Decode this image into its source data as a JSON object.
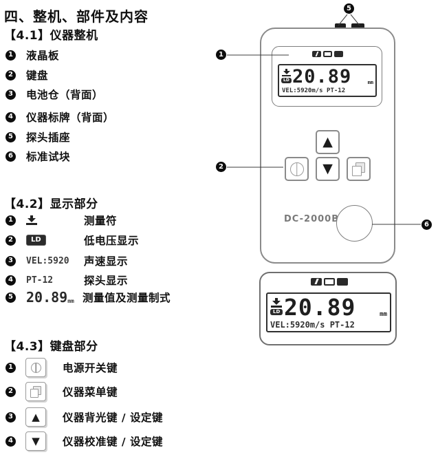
{
  "page": {
    "title": "四、整机、部件及内容"
  },
  "sections": [
    {
      "heading": "【4.1】仪器整机",
      "items": [
        {
          "num": "1",
          "label": "液晶板"
        },
        {
          "num": "2",
          "label": "键盘"
        },
        {
          "num": "3",
          "label": "电池仓（背面）"
        },
        {
          "num": "4",
          "label": "仪器标牌（背面）"
        },
        {
          "num": "5",
          "label": "探头插座"
        },
        {
          "num": "6",
          "label": "标准试块"
        }
      ]
    },
    {
      "heading": "【4.2】显示部分",
      "items": [
        {
          "num": "1",
          "icon": "measure-symbol-icon",
          "label": "测量符"
        },
        {
          "num": "2",
          "icon": "low-voltage-badge",
          "icon_text": "LD",
          "label": "低电压显示"
        },
        {
          "num": "3",
          "icon": "lcd-text",
          "icon_text": "VEL:5920",
          "label": "声速显示"
        },
        {
          "num": "4",
          "icon": "lcd-text",
          "icon_text": "PT-12",
          "label": "探头显示"
        },
        {
          "num": "5",
          "icon": "lcd-text-large",
          "icon_text": "20.89",
          "icon_unit": "mm",
          "label": "测量值及测量制式"
        }
      ]
    },
    {
      "heading": "【4.3】键盘部分",
      "items": [
        {
          "num": "1",
          "key": "power-key-icon",
          "label": "电源开关键"
        },
        {
          "num": "2",
          "key": "menu-key-icon",
          "label": "仪器菜单键"
        },
        {
          "num": "3",
          "key": "up-key-icon",
          "glyph": "▲",
          "label": "仪器背光键 / 设定键"
        },
        {
          "num": "4",
          "key": "down-key-icon",
          "glyph": "▼",
          "label": "仪器校准键 / 设定键"
        }
      ]
    }
  ],
  "device": {
    "model": "DC-2000B",
    "logo_name": "dgb-logo",
    "callouts": {
      "lcd": "1",
      "keypad": "2",
      "probe_socket": "5",
      "test_block": "6"
    },
    "keypad": {
      "up_glyph": "▲",
      "down_glyph": "▼"
    },
    "display": {
      "measure_icon": "coupling-measure-symbol",
      "low_battery": "LD",
      "value": "20.89",
      "unit": "mm",
      "velocity": "VEL:5920m/s",
      "probe": "PT-12",
      "bottom_line": "VEL:5920m/s PT-12"
    }
  }
}
